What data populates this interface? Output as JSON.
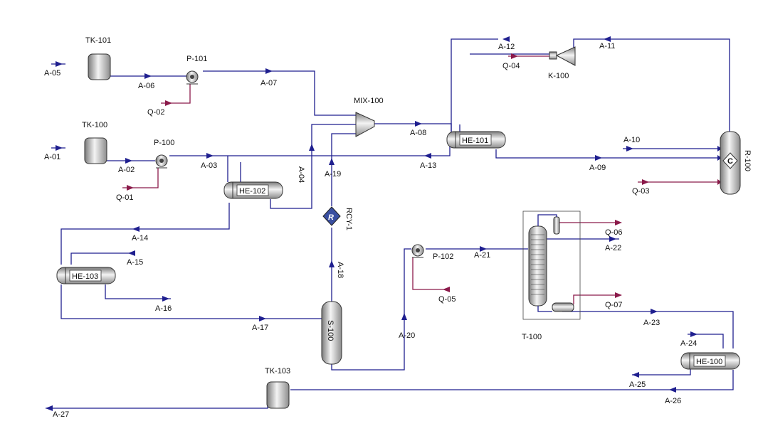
{
  "diagram": {
    "equipment": {
      "TK-101": "TK-101",
      "TK-100": "TK-100",
      "TK-103": "TK-103",
      "P-101": "P-101",
      "P-100": "P-100",
      "P-102": "P-102",
      "MIX-100": "MIX-100",
      "HE-101": "HE-101",
      "HE-102": "HE-102",
      "HE-103": "HE-103",
      "HE-100": "HE-100",
      "K-100": "K-100",
      "R-100": "R-100",
      "RCY-1": "RCY-1",
      "S-100": "S-100",
      "T-100": "T-100",
      "recycle_symbol": "R",
      "reactor_symbol": "C"
    },
    "streams": {
      "A-01": "A-01",
      "A-02": "A-02",
      "A-03": "A-03",
      "A-04": "A-04",
      "A-05": "A-05",
      "A-06": "A-06",
      "A-07": "A-07",
      "A-08": "A-08",
      "A-09": "A-09",
      "A-10": "A-10",
      "A-11": "A-11",
      "A-12": "A-12",
      "A-13": "A-13",
      "A-14": "A-14",
      "A-15": "A-15",
      "A-16": "A-16",
      "A-17": "A-17",
      "A-18": "A-18",
      "A-19": "A-19",
      "A-20": "A-20",
      "A-21": "A-21",
      "A-22": "A-22",
      "A-23": "A-23",
      "A-24": "A-24",
      "A-25": "A-25",
      "A-26": "A-26",
      "A-27": "A-27"
    },
    "energy": {
      "Q-01": "Q-01",
      "Q-02": "Q-02",
      "Q-03": "Q-03",
      "Q-04": "Q-04",
      "Q-05": "Q-05",
      "Q-06": "Q-06",
      "Q-07": "Q-07"
    },
    "colors": {
      "material_stream": "#1f1f8f",
      "energy_stream": "#8b1a4a",
      "recycle_fill": "#3a4fa0"
    }
  }
}
